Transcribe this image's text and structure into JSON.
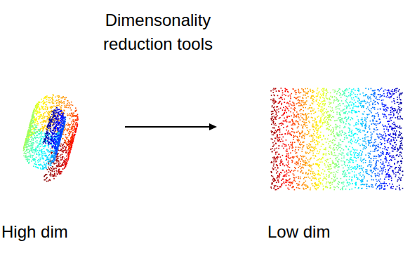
{
  "diagram": {
    "title": "Dimensonality reduction tools",
    "labels": [
      "High dim",
      "Low dim"
    ]
  }
}
